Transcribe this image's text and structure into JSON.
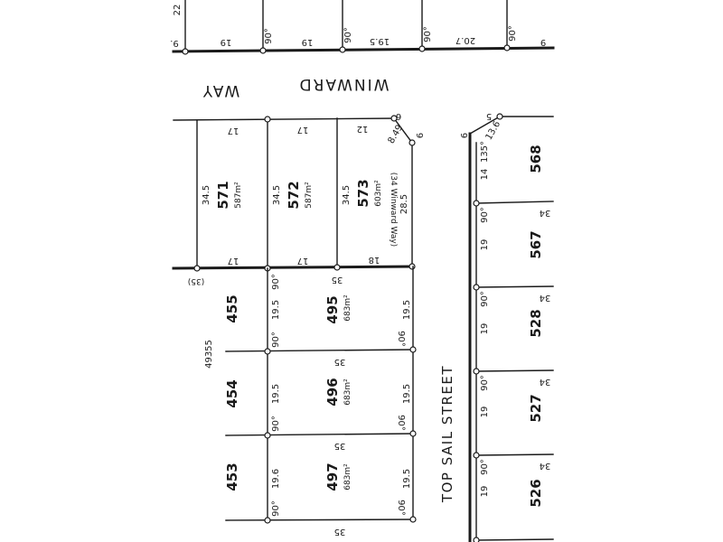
{
  "roads": {
    "winward": "WINWARD",
    "way": "WAY",
    "top_sail_street": "TOP SAIL STREET"
  },
  "reference": {
    "plan_number": "49355",
    "top_left_number": "22"
  },
  "top_row": {
    "frontages": [
      "19",
      "19",
      "19.5",
      "20.7"
    ],
    "angle": "90°",
    "corner_fragment": "9.",
    "edge_fragment": "9"
  },
  "lots": {
    "l571": {
      "number": "571",
      "area": "587m²",
      "frontage": "17",
      "depth": "34.5",
      "rear": "17"
    },
    "l572": {
      "number": "572",
      "area": "587m²",
      "frontage": "17",
      "depth": "34.5",
      "rear": "17"
    },
    "l573": {
      "number": "573",
      "area": "603m²",
      "frontage": "12",
      "depth": "34.5",
      "side": "28.5",
      "rear": "18",
      "truncation": "8.49",
      "corner_a": "6",
      "corner_b": "6",
      "note": "(34 Winward Way)"
    },
    "l455": {
      "number": "455"
    },
    "l454": {
      "number": "454"
    },
    "l453": {
      "number": "453"
    },
    "l495": {
      "number": "495",
      "area": "683m²",
      "width": "19.5",
      "side": "19.5",
      "depth": "35"
    },
    "l496": {
      "number": "496",
      "area": "683m²",
      "width": "19.5",
      "side": "19.5",
      "depth": "35"
    },
    "l497": {
      "number": "497",
      "area": "683m²",
      "width": "19.6",
      "side": "19.5",
      "depth": "35"
    },
    "l568": {
      "number": "568",
      "side": "14",
      "corner_a": "6",
      "corner_b": "5",
      "truncation": "13.6",
      "angle": "135°"
    },
    "l567": {
      "number": "567",
      "side": "19",
      "rear": "34"
    },
    "l528": {
      "number": "528",
      "side": "19",
      "rear": "34"
    },
    "l527": {
      "number": "527",
      "side": "19",
      "rear": "34"
    },
    "l526": {
      "number": "526",
      "side": "19",
      "rear": "34"
    }
  },
  "labels": {
    "rear_35": "35",
    "bracket_35": "(35)",
    "angle": "90°"
  }
}
